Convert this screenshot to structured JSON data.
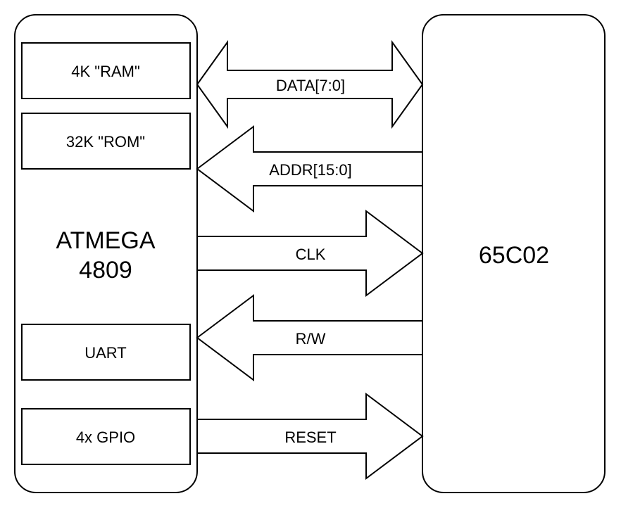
{
  "atmega": {
    "line1": "ATMEGA",
    "line2": "4809",
    "blocks": {
      "ram": "4K \"RAM\"",
      "rom": "32K \"ROM\"",
      "uart": "UART",
      "gpio": "4x GPIO"
    }
  },
  "cpu": {
    "label": "65C02"
  },
  "signals": {
    "data": "DATA[7:0]",
    "addr": "ADDR[15:0]",
    "clk": "CLK",
    "rw": "R/W",
    "reset": "RESET"
  }
}
